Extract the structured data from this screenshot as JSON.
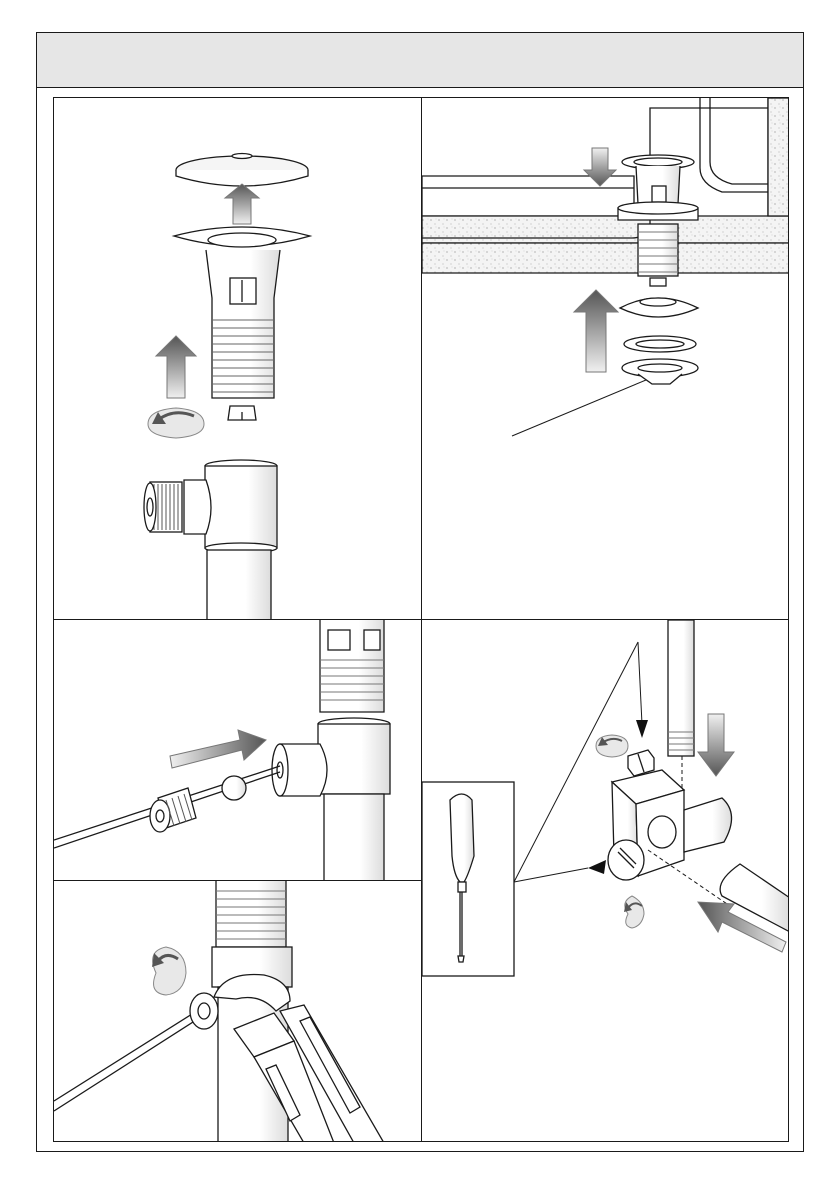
{
  "document": {
    "type": "installation-instructions-page",
    "colors": {
      "line": "#1a1a1a",
      "header_band": "#e6e6e6",
      "arrow_light": "#e4e4e4",
      "arrow_dark": "#555555",
      "countertop_fill": "#f2f2f2"
    }
  },
  "header": {
    "text": ""
  },
  "panels": [
    {
      "id": "step-1",
      "caption": ""
    },
    {
      "id": "step-2",
      "caption": "",
      "label_box_text": ""
    },
    {
      "id": "step-3",
      "caption": ""
    },
    {
      "id": "step-4",
      "caption": ""
    },
    {
      "id": "step-5",
      "caption": ""
    }
  ],
  "icons": {
    "arrow_up": "up-arrow-icon",
    "arrow_down": "down-arrow-icon",
    "rotate": "rotate-arrow-icon",
    "screwdriver": "screwdriver-icon",
    "wrench": "pliers-icon"
  }
}
